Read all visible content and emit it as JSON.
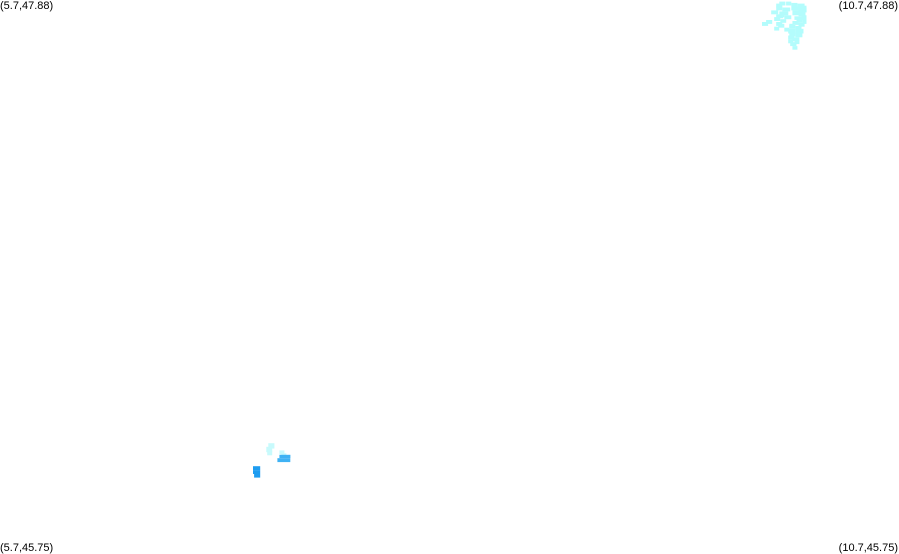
{
  "corners": {
    "top_left": "(5.7,47.88)",
    "top_right": "(10.7,47.88)",
    "bottom_left": "(5.7,45.75)",
    "bottom_right": "(10.7,45.75)"
  },
  "bounds": {
    "lon_min": 5.7,
    "lon_max": 10.7,
    "lat_min": 45.75,
    "lat_max": 47.88
  },
  "colors": {
    "light_cyan": "#b3fcfc",
    "pale_cyan": "#c8fafc",
    "sky_blue": "#3fb2f4",
    "deep_blue": "#1e9cf0"
  },
  "clusters": [
    {
      "name": "north-east-cluster",
      "color": "light_cyan",
      "cells": [
        [
          10.034,
          47.874,
          10.068,
          47.859
        ],
        [
          10.017,
          47.866,
          10.051,
          47.851
        ],
        [
          10.072,
          47.874,
          10.101,
          47.859
        ],
        [
          10.101,
          47.869,
          10.135,
          47.855
        ],
        [
          10.135,
          47.866,
          10.175,
          47.851
        ],
        [
          10.153,
          47.858,
          10.186,
          47.844
        ],
        [
          10.017,
          47.855,
          10.051,
          47.84
        ],
        [
          10.051,
          47.851,
          10.095,
          47.836
        ],
        [
          10.101,
          47.855,
          10.141,
          47.84
        ],
        [
          10.141,
          47.851,
          10.186,
          47.832
        ],
        [
          9.989,
          47.84,
          10.028,
          47.825
        ],
        [
          10.034,
          47.836,
          10.084,
          47.821
        ],
        [
          10.107,
          47.84,
          10.141,
          47.821
        ],
        [
          10.141,
          47.836,
          10.18,
          47.817
        ],
        [
          10.017,
          47.825,
          10.056,
          47.81
        ],
        [
          10.062,
          47.821,
          10.101,
          47.806
        ],
        [
          10.118,
          47.817,
          10.158,
          47.803
        ],
        [
          10.158,
          47.821,
          10.186,
          47.803
        ],
        [
          10.006,
          47.814,
          10.04,
          47.799
        ],
        [
          10.04,
          47.806,
          10.073,
          47.792
        ],
        [
          10.13,
          47.81,
          10.163,
          47.792
        ],
        [
          10.163,
          47.806,
          10.186,
          47.788
        ],
        [
          9.961,
          47.803,
          9.995,
          47.788
        ],
        [
          10.017,
          47.795,
          10.051,
          47.78
        ],
        [
          10.107,
          47.799,
          10.141,
          47.784
        ],
        [
          10.141,
          47.792,
          10.175,
          47.777
        ],
        [
          9.938,
          47.795,
          9.972,
          47.78
        ],
        [
          10.028,
          47.788,
          10.062,
          47.773
        ],
        [
          10.09,
          47.784,
          10.124,
          47.769
        ],
        [
          10.124,
          47.78,
          10.158,
          47.765
        ],
        [
          10.006,
          47.777,
          10.034,
          47.762
        ],
        [
          10.062,
          47.773,
          10.09,
          47.758
        ],
        [
          10.084,
          47.769,
          10.124,
          47.751
        ],
        [
          10.124,
          47.769,
          10.169,
          47.751
        ],
        [
          10.09,
          47.754,
          10.124,
          47.739
        ],
        [
          10.124,
          47.751,
          10.163,
          47.736
        ],
        [
          10.084,
          47.743,
          10.118,
          47.728
        ],
        [
          10.107,
          47.736,
          10.146,
          47.721
        ],
        [
          10.084,
          47.728,
          10.113,
          47.713
        ],
        [
          10.118,
          47.725,
          10.146,
          47.71
        ],
        [
          10.095,
          47.717,
          10.13,
          47.702
        ],
        [
          10.107,
          47.702,
          10.135,
          47.688
        ],
        [
          10.09,
          47.788,
          10.113,
          47.773
        ],
        [
          10.04,
          47.825,
          10.062,
          47.814
        ]
      ]
    },
    {
      "name": "south-west-cluster",
      "color": "pale_cyan",
      "cells": [
        [
          7.192,
          46.17,
          7.226,
          46.149
        ],
        [
          7.181,
          46.156,
          7.214,
          46.135
        ],
        [
          7.186,
          46.14,
          7.214,
          46.123
        ],
        [
          7.254,
          46.142,
          7.282,
          46.127
        ],
        [
          7.265,
          46.131,
          7.293,
          46.116
        ]
      ]
    },
    {
      "name": "south-west-blue-a",
      "color": "sky_blue",
      "cells": [
        [
          7.254,
          46.125,
          7.315,
          46.112
        ],
        [
          7.243,
          46.112,
          7.315,
          46.097
        ]
      ]
    },
    {
      "name": "south-west-blue-b",
      "color": "deep_blue",
      "cells": [
        [
          7.107,
          46.081,
          7.147,
          46.066
        ],
        [
          7.107,
          46.066,
          7.147,
          46.051
        ],
        [
          7.113,
          46.051,
          7.147,
          46.037
        ]
      ]
    }
  ]
}
